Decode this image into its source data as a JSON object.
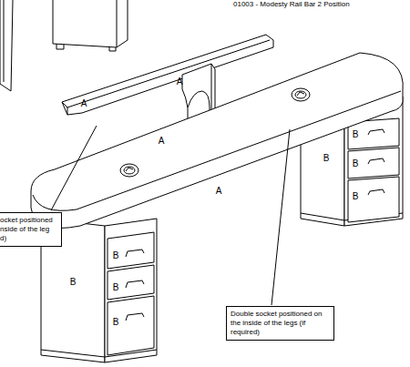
{
  "diagram": {
    "nodes": [
      {
        "text": [
          "ocket positioned nside of the leg d)"
        ]
      },
      {
        "text": [
          "Double socket positioned on the inside of the legs (if required)"
        ]
      }
    ],
    "labels": [
      "01003 - Modesty Rail Bar 2 Position",
      "A",
      "A",
      "A",
      "A",
      "B",
      "B",
      "B",
      "B",
      "B",
      "B",
      "B",
      "B"
    ]
  }
}
